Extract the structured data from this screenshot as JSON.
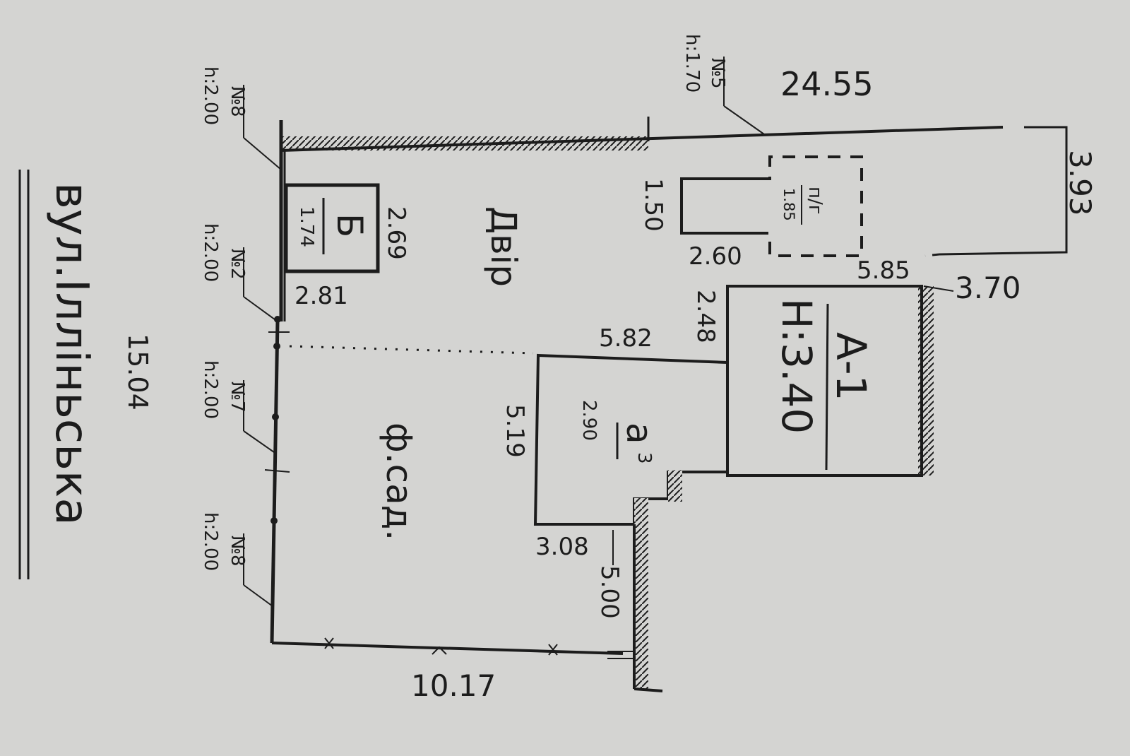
{
  "plan": {
    "street_name": "вул.Ілліньська",
    "top_length": "24.55",
    "right_width": "3.93",
    "left_length": "15.04",
    "bottom_length": "10.17",
    "yard_label": "Двір",
    "garden_label": "ф.сад.",
    "building_a": {
      "name": "А-1",
      "height": "Н:3.40",
      "dim_top": "5.85",
      "dim_right": "3.70",
      "dim_side": "2.48"
    },
    "annex_a": {
      "letter": "а",
      "superscript": "3",
      "height": "2.90",
      "dim_top": "5.82",
      "dim_side": "5.19",
      "dim_bottom": "3.08",
      "dim_step": "5.00"
    },
    "building_b": {
      "letter": "Б",
      "height": "1.74",
      "dim_width": "2.69",
      "dim_length": "2.81"
    },
    "cellar": {
      "letter": "п/г",
      "height": "1.85",
      "dim_width": "1.50",
      "dim_length": "2.60"
    },
    "fences": [
      {
        "no": "№8",
        "h": "h:2.00"
      },
      {
        "no": "№2",
        "h": "h:2.00"
      },
      {
        "no": "№7",
        "h": "h:2.00"
      },
      {
        "no": "№8",
        "h": "h:2.00"
      },
      {
        "no": "№5",
        "h": "h:1.70"
      }
    ]
  }
}
